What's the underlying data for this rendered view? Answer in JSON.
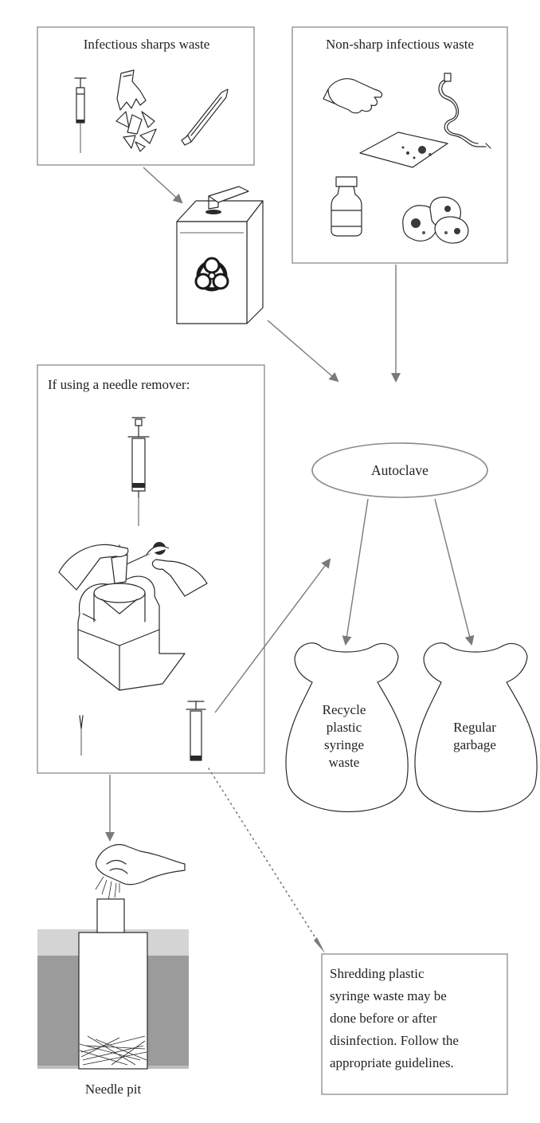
{
  "boxes": {
    "sharps_title": "Infectious sharps waste",
    "nonsharp_title": "Non-sharp infectious waste",
    "needle_remover_title": "If using a needle remover:"
  },
  "autoclave": "Autoclave",
  "bags": {
    "recycle": [
      "Recycle",
      "plastic",
      "syringe",
      "waste"
    ],
    "regular": [
      "Regular",
      "garbage"
    ]
  },
  "needle_pit_label": "Needle pit",
  "note_lines": [
    "Shredding plastic",
    "syringe waste may be",
    "done before or after",
    "disinfection. Follow the",
    "appropriate guidelines."
  ],
  "colors": {
    "arrow": "#7a7a7a",
    "box_border": "#8a8a8a",
    "ground_light": "#d4d4d4",
    "ground_dark": "#9b9b9b"
  }
}
